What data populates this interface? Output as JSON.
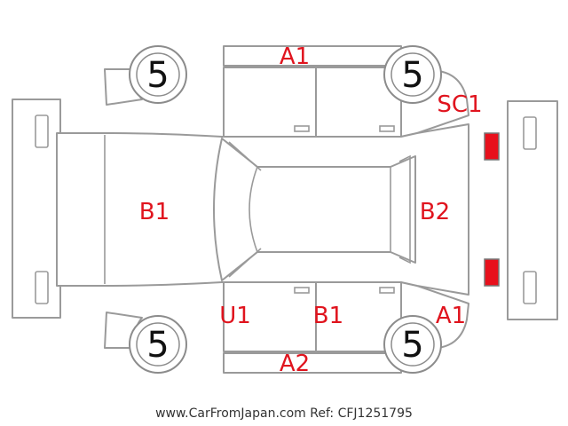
{
  "colors": {
    "code_text": "#e0141e",
    "outline": "#9a9a9a",
    "front_lamp": "#ffee00",
    "rear_lamp": "#e8101c"
  },
  "tires": {
    "front_left": "5",
    "front_right": "5",
    "rear_left": "5",
    "rear_right": "5"
  },
  "codes": {
    "top_side": "A1",
    "rear_top_corner": "SC1",
    "hood": "B1",
    "trunk": "B2",
    "lower_front_door": "U1",
    "lower_rear_door": "B1",
    "rear_bottom_corner": "A1",
    "bottom_side": "A2"
  },
  "footer": {
    "text": "www.CarFromJapan.com Ref: CFJ1251795"
  }
}
